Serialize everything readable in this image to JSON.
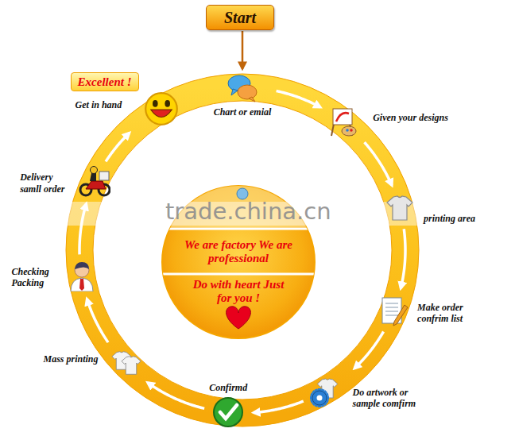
{
  "diagram": {
    "nodes": [
      {
        "text": [
          "Start"
        ]
      },
      {
        "text": [
          "Chart or emial"
        ]
      },
      {
        "text": [
          "Given your designs"
        ]
      },
      {
        "text": [
          "printing area"
        ]
      },
      {
        "text": [
          "Make order confrim list"
        ]
      },
      {
        "text": [
          "Do artwork or sample comfirm"
        ]
      },
      {
        "text": [
          "Confirmd"
        ]
      },
      {
        "text": [
          "Mass printing"
        ]
      },
      {
        "text": [
          "Checking Packing"
        ]
      },
      {
        "text": [
          "Delivery samll order"
        ]
      },
      {
        "text": [
          "Excellent !",
          "Get in hand"
        ]
      },
      {
        "text": [
          "We are factory We are professional"
        ]
      },
      {
        "text": [
          "Do with heart Just for you !"
        ]
      }
    ],
    "edges": [
      {
        "from": 0,
        "to": 1,
        "arrow": "to"
      },
      {
        "from": 1,
        "to": 2,
        "arrow": "to"
      },
      {
        "from": 2,
        "to": 3,
        "arrow": "to"
      },
      {
        "from": 3,
        "to": 4,
        "arrow": "to"
      },
      {
        "from": 4,
        "to": 5,
        "arrow": "to"
      },
      {
        "from": 5,
        "to": 6,
        "arrow": "to"
      },
      {
        "from": 6,
        "to": 7,
        "arrow": "to"
      },
      {
        "from": 7,
        "to": 8,
        "arrow": "to"
      },
      {
        "from": 8,
        "to": 9,
        "arrow": "to"
      },
      {
        "from": 9,
        "to": 10,
        "arrow": "to"
      }
    ],
    "labels": [
      "trade.china.cn"
    ]
  }
}
